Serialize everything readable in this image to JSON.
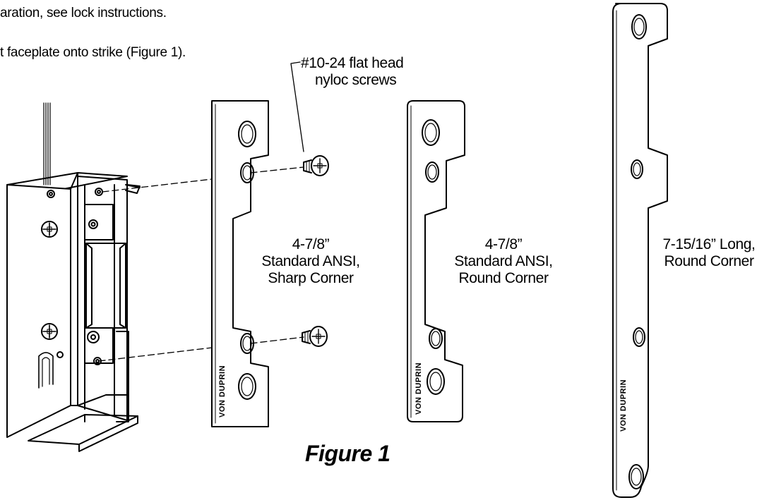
{
  "instructions": {
    "line1": "aration, see lock instructions.",
    "line2": "t faceplate onto strike (Figure 1)."
  },
  "callout": {
    "screws_line1": "#10-24 flat head",
    "screws_line2": "nyloc screws"
  },
  "faceplates": [
    {
      "line1": "4-7/8”",
      "line2": "Standard ANSI,",
      "line3": "Sharp Corner",
      "brand": "VON DUPRIN"
    },
    {
      "line1": "4-7/8”",
      "line2": "Standard ANSI,",
      "line3": "Round Corner",
      "brand": "VON DUPRIN"
    },
    {
      "line1": "7-15/16” Long,",
      "line2": "Round Corner",
      "brand": "VON DUPRIN"
    }
  ],
  "figure_caption": "Figure 1",
  "colors": {
    "ink": "#000000",
    "paper": "#ffffff"
  }
}
